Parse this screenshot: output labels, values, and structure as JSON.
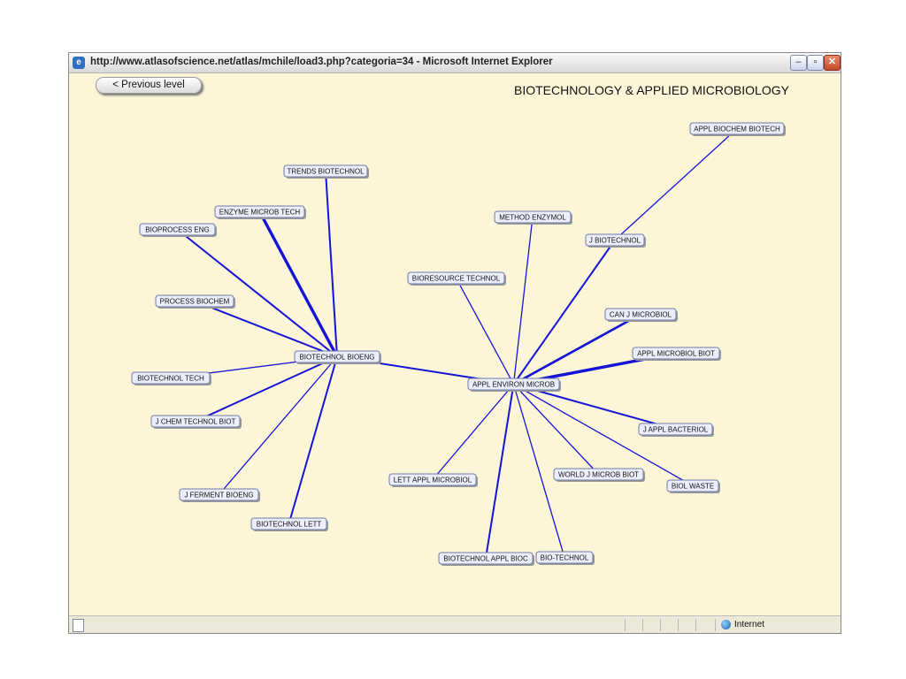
{
  "window": {
    "title": "http://www.atlasofscience.net/atlas/mchile/load3.php?categoria=34 - Microsoft Internet Explorer"
  },
  "page": {
    "prev_button": "< Previous level",
    "title": "BIOTECHNOLOGY & APPLIED MICROBIOLOGY"
  },
  "status": {
    "zone": "Internet"
  },
  "colors": {
    "edge": "#1414d6",
    "background": "#fdf5d8",
    "node_fill": "#eceefb"
  },
  "graph": {
    "nodes": [
      {
        "id": "appl_biochem_biotech",
        "label": "APPL BIOCHEM BIOTECH"
      },
      {
        "id": "trends_biotechnol",
        "label": "TRENDS BIOTECHNOL"
      },
      {
        "id": "enzyme_microb_tech",
        "label": "ENZYME MICROB TECH"
      },
      {
        "id": "method_enzymol",
        "label": "METHOD ENZYMOL"
      },
      {
        "id": "bioprocess_eng",
        "label": "BIOPROCESS ENG"
      },
      {
        "id": "j_biotechnol",
        "label": "J BIOTECHNOL"
      },
      {
        "id": "bioresource_technol",
        "label": "BIORESOURCE TECHNOL"
      },
      {
        "id": "process_biochem",
        "label": "PROCESS BIOCHEM"
      },
      {
        "id": "can_j_microbiol",
        "label": "CAN J MICROBIOL"
      },
      {
        "id": "appl_microbiol_biot",
        "label": "APPL MICROBIOL BIOT"
      },
      {
        "id": "biotechnol_bioeng",
        "label": "BIOTECHNOL BIOENG"
      },
      {
        "id": "biotechnol_tech",
        "label": "BIOTECHNOL TECH"
      },
      {
        "id": "appl_environ_microb",
        "label": "APPL ENVIRON MICROB"
      },
      {
        "id": "j_chem_technol_biot",
        "label": "J CHEM TECHNOL BIOT"
      },
      {
        "id": "j_appl_bacteriol",
        "label": "J APPL BACTERIOL"
      },
      {
        "id": "world_j_microb_biot",
        "label": "WORLD J MICROB BIOT"
      },
      {
        "id": "lett_appl_microbiol",
        "label": "LETT APPL MICROBIOL"
      },
      {
        "id": "biol_waste",
        "label": "BIOL WASTE"
      },
      {
        "id": "j_ferment_bioeng",
        "label": "J FERMENT BIOENG"
      },
      {
        "id": "biotechnol_lett",
        "label": "BIOTECHNOL LETT"
      },
      {
        "id": "biotechnol_appl_bioc",
        "label": "BIOTECHNOL APPL BIOC"
      },
      {
        "id": "bio_technol",
        "label": "BIO-TECHNOL"
      }
    ],
    "edges": [
      {
        "from": "biotechnol_bioeng",
        "to": "trends_biotechnol",
        "weight": 2
      },
      {
        "from": "biotechnol_bioeng",
        "to": "enzyme_microb_tech",
        "weight": 4
      },
      {
        "from": "biotechnol_bioeng",
        "to": "bioprocess_eng",
        "weight": 2
      },
      {
        "from": "biotechnol_bioeng",
        "to": "process_biochem",
        "weight": 2
      },
      {
        "from": "biotechnol_bioeng",
        "to": "biotechnol_tech",
        "weight": 1
      },
      {
        "from": "biotechnol_bioeng",
        "to": "j_chem_technol_biot",
        "weight": 2
      },
      {
        "from": "biotechnol_bioeng",
        "to": "j_ferment_bioeng",
        "weight": 1
      },
      {
        "from": "biotechnol_bioeng",
        "to": "biotechnol_lett",
        "weight": 2
      },
      {
        "from": "biotechnol_bioeng",
        "to": "appl_environ_microb",
        "weight": 2
      },
      {
        "from": "appl_environ_microb",
        "to": "method_enzymol",
        "weight": 1
      },
      {
        "from": "appl_environ_microb",
        "to": "bioresource_technol",
        "weight": 1
      },
      {
        "from": "appl_environ_microb",
        "to": "j_biotechnol",
        "weight": 2
      },
      {
        "from": "j_biotechnol",
        "to": "appl_biochem_biotech",
        "weight": 1
      },
      {
        "from": "appl_environ_microb",
        "to": "can_j_microbiol",
        "weight": 3
      },
      {
        "from": "appl_environ_microb",
        "to": "appl_microbiol_biot",
        "weight": 4
      },
      {
        "from": "appl_environ_microb",
        "to": "j_appl_bacteriol",
        "weight": 2
      },
      {
        "from": "appl_environ_microb",
        "to": "world_j_microb_biot",
        "weight": 1
      },
      {
        "from": "appl_environ_microb",
        "to": "biol_waste",
        "weight": 1
      },
      {
        "from": "appl_environ_microb",
        "to": "lett_appl_microbiol",
        "weight": 1
      },
      {
        "from": "appl_environ_microb",
        "to": "biotechnol_appl_bioc",
        "weight": 2
      },
      {
        "from": "appl_environ_microb",
        "to": "bio_technol",
        "weight": 1
      }
    ]
  }
}
